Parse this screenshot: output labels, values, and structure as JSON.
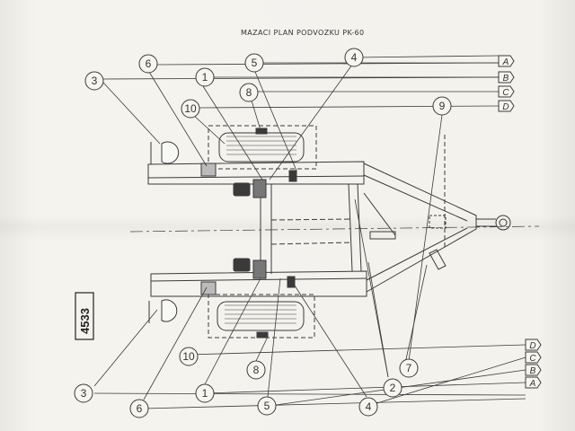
{
  "title": "MAZACI PLAN PODVOZKU PK-60",
  "stamp_number": "4533",
  "callouts_top": [
    "3",
    "6",
    "1",
    "5",
    "4",
    "10",
    "8",
    "9"
  ],
  "callouts_bottom": [
    "3",
    "6",
    "1",
    "10",
    "8",
    "5",
    "4",
    "2",
    "7"
  ],
  "letters_top": [
    "A",
    "B",
    "C",
    "D"
  ],
  "letters_bottom": [
    "D",
    "C",
    "B",
    "A"
  ],
  "colors": {
    "ink": "#3a3a3a",
    "paper": "#f2f1ec"
  }
}
